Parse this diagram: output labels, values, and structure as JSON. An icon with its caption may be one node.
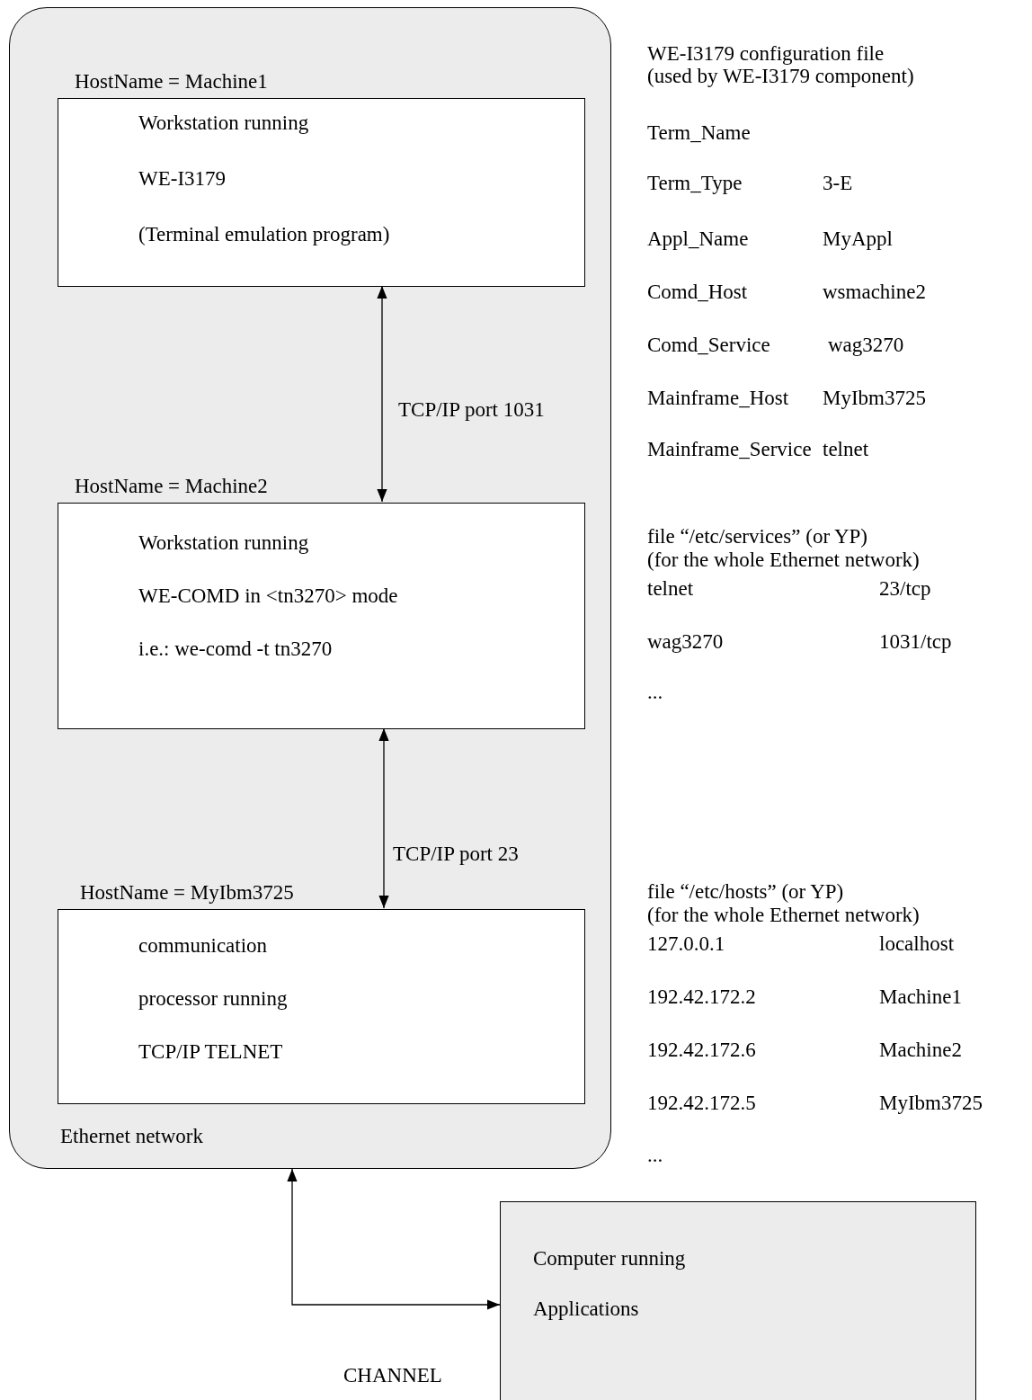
{
  "diagram": {
    "nodes": [
      {
        "text": [
          "Ethernet network"
        ]
      },
      {
        "text": [
          "HostName = Machine1",
          "Workstation running",
          "WE-I3179",
          "(Terminal emulation program)"
        ],
        "in": 0
      },
      {
        "text": [
          "HostName = Machine2",
          "Workstation running",
          "WE-COMD in <tn3270> mode",
          "i.e.: we-comd -t tn3270"
        ],
        "in": 0
      },
      {
        "text": [
          "HostName = MyIbm3725",
          "communication",
          "processor running",
          "TCP/IP TELNET"
        ],
        "in": 0
      },
      {
        "text": [
          "Computer running",
          "Applications"
        ]
      }
    ],
    "edges": [
      {
        "from": 1,
        "to": 2,
        "arrow": "both",
        "label": "TCP/IP port 1031"
      },
      {
        "from": 2,
        "to": 3,
        "arrow": "both",
        "label": "TCP/IP port 23"
      },
      {
        "from": 0,
        "to": 4,
        "arrow": "both",
        "label": "CHANNEL"
      }
    ],
    "labels": [
      "WE-I3179 configuration file",
      "(used by WE-I3179 component)",
      "Term_Name",
      "Term_Type",
      "3-E",
      "Appl_Name",
      "MyAppl",
      "Comd_Host",
      "wsmachine2",
      "Comd_Service",
      "wag3270",
      "Mainframe_Host",
      "MyIbm3725",
      "Mainframe_Service",
      "telnet",
      "file “/etc/services” (or YP)",
      "(for the whole Ethernet network)",
      "telnet",
      "23/tcp",
      "wag3270",
      "1031/tcp",
      "...",
      "file “/etc/hosts” (or YP)",
      "(for the whole Ethernet network)",
      "127.0.0.1",
      "localhost",
      "192.42.172.2",
      "Machine1",
      "192.42.172.6",
      "Machine2",
      "192.42.172.5",
      "MyIbm3725",
      "..."
    ]
  }
}
